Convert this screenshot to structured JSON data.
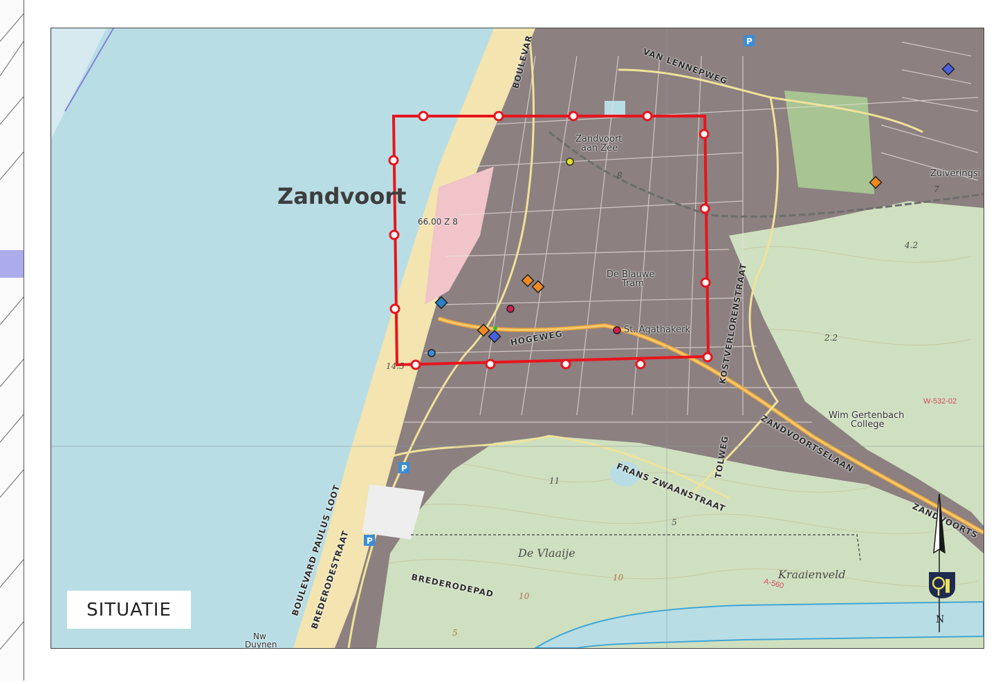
{
  "title": "SITUATIE",
  "town": "Zandvoort",
  "survey_label": "66.00 Z 8",
  "places": {
    "station": [
      "Zandvoort",
      "aan Zee"
    ],
    "tram": [
      "De Blauwe",
      "Tram"
    ],
    "church": "St. Agathakerk",
    "college": [
      "Wim Gertenbach",
      "College"
    ],
    "treatment": "Zuiveringsi",
    "dune_1": "De Vlaaije",
    "dune_2": "Kraaienveld",
    "dunes_nw": [
      "Nw",
      "Duynen"
    ]
  },
  "streets": {
    "boulevard_top": "BOULEVAR",
    "van_lennepweg": "VAN LENNEPWEG",
    "hogeweg": "HOGEWEG",
    "kostverlorenstraat": "KOSTVERLORENSTRAAT",
    "zandvoortselaan": "ZANDVOORTSELAAN",
    "zandvoorts": "ZANDVOORTS",
    "frans_zwaanstraat": "FRANS ZWAANSTRAAT",
    "tolweg": "TOLWEG",
    "boulevard_paulus_loot": "BOULEVARD PAULUS LOOT",
    "brederodestraat": "BREDERODESTRAAT",
    "brederodepad": "BREDERODEPAD"
  },
  "road_codes": {
    "w532": "W-532-02",
    "a560": "A-560"
  },
  "elevations": [
    "8",
    "7",
    "4.2",
    "2.2",
    "11",
    "5",
    "10",
    "10",
    "5",
    "14.5"
  ],
  "north_label": "N",
  "colors": {
    "sea": "#b9dde5",
    "beach": "#f3e4b0",
    "dunes": "#cfe0c0",
    "town": "#8c8080",
    "boundary": "#e8141c",
    "grid": "#8a9aa0",
    "logo_bg": "#1e2a4f"
  }
}
